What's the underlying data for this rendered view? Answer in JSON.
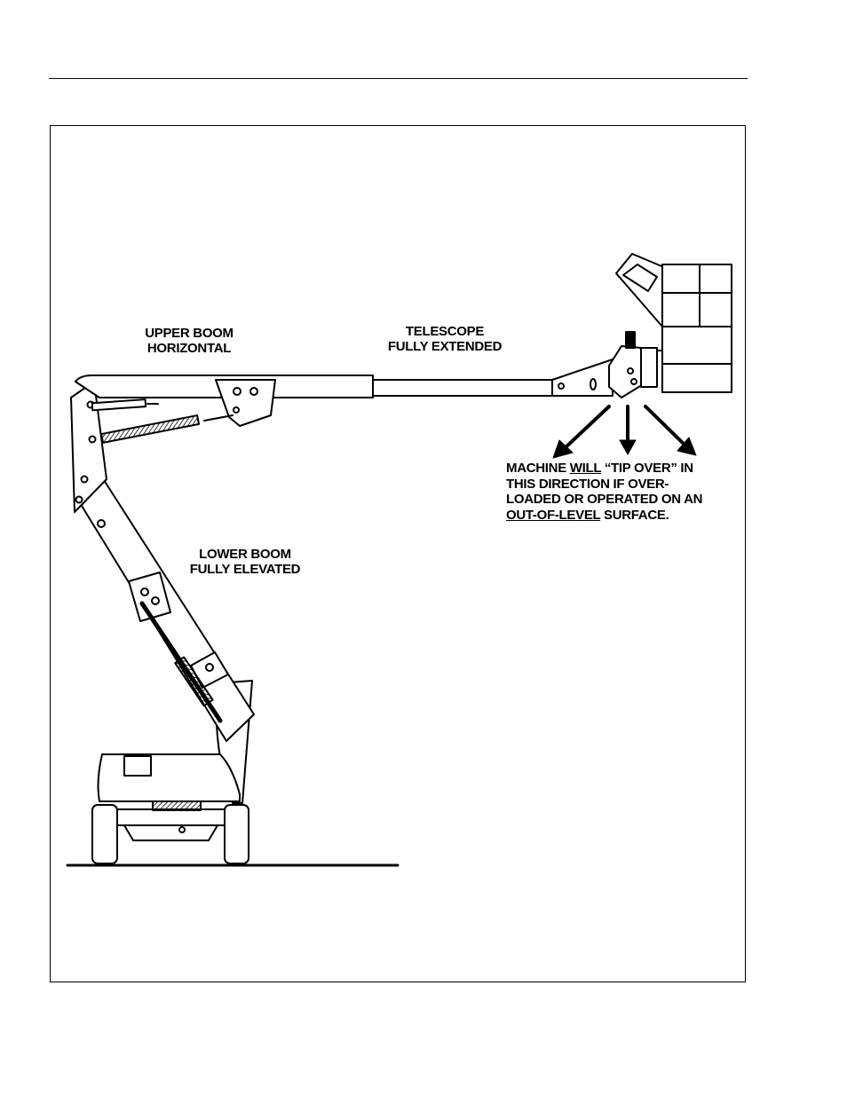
{
  "labels": {
    "upper_boom": [
      "UPPER BOOM",
      "HORIZONTAL"
    ],
    "telescope": [
      "TELESCOPE",
      "FULLY EXTENDED"
    ],
    "lower_boom": [
      "LOWER BOOM",
      "FULLY ELEVATED"
    ]
  },
  "warning": {
    "line1_a": "MACHINE ",
    "line1_u": "WILL",
    "line1_b": " “TIP OVER” IN",
    "line2": "THIS DIRECTION IF OVER-",
    "line3": "LOADED OR OPERATED ON AN",
    "line4_u": "OUT-OF-LEVEL",
    "line4_b": " SURFACE."
  },
  "colors": {
    "ink": "#000000",
    "fill": "#ffffff"
  }
}
